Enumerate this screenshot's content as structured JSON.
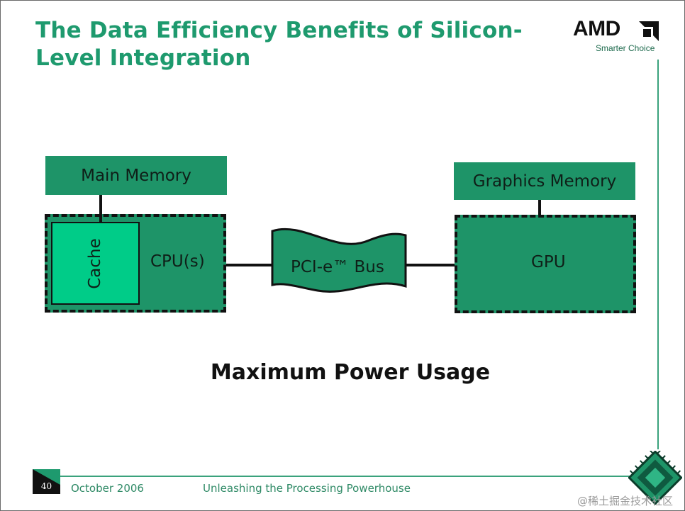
{
  "slide": {
    "title": "The Data Efficiency Benefits of Silicon-Level Integration",
    "headline": "Maximum Power Usage"
  },
  "logo": {
    "brand": "AMD",
    "tagline": "Smarter Choice"
  },
  "diagram": {
    "main_memory": "Main Memory",
    "cache": "Cache",
    "cpu": "CPU(s)",
    "bus": "PCI-e™ Bus",
    "graphics_memory": "Graphics Memory",
    "gpu": "GPU"
  },
  "footer": {
    "page_number": "40",
    "date": "October 2006",
    "tagline": "Unleashing the Processing Powerhouse"
  },
  "watermark": "@稀土掘金技术社区",
  "colors": {
    "accent": "#1e9a6e",
    "box_fill": "#1e9468",
    "cache_fill": "#00cc88",
    "text_dark": "#111111"
  }
}
